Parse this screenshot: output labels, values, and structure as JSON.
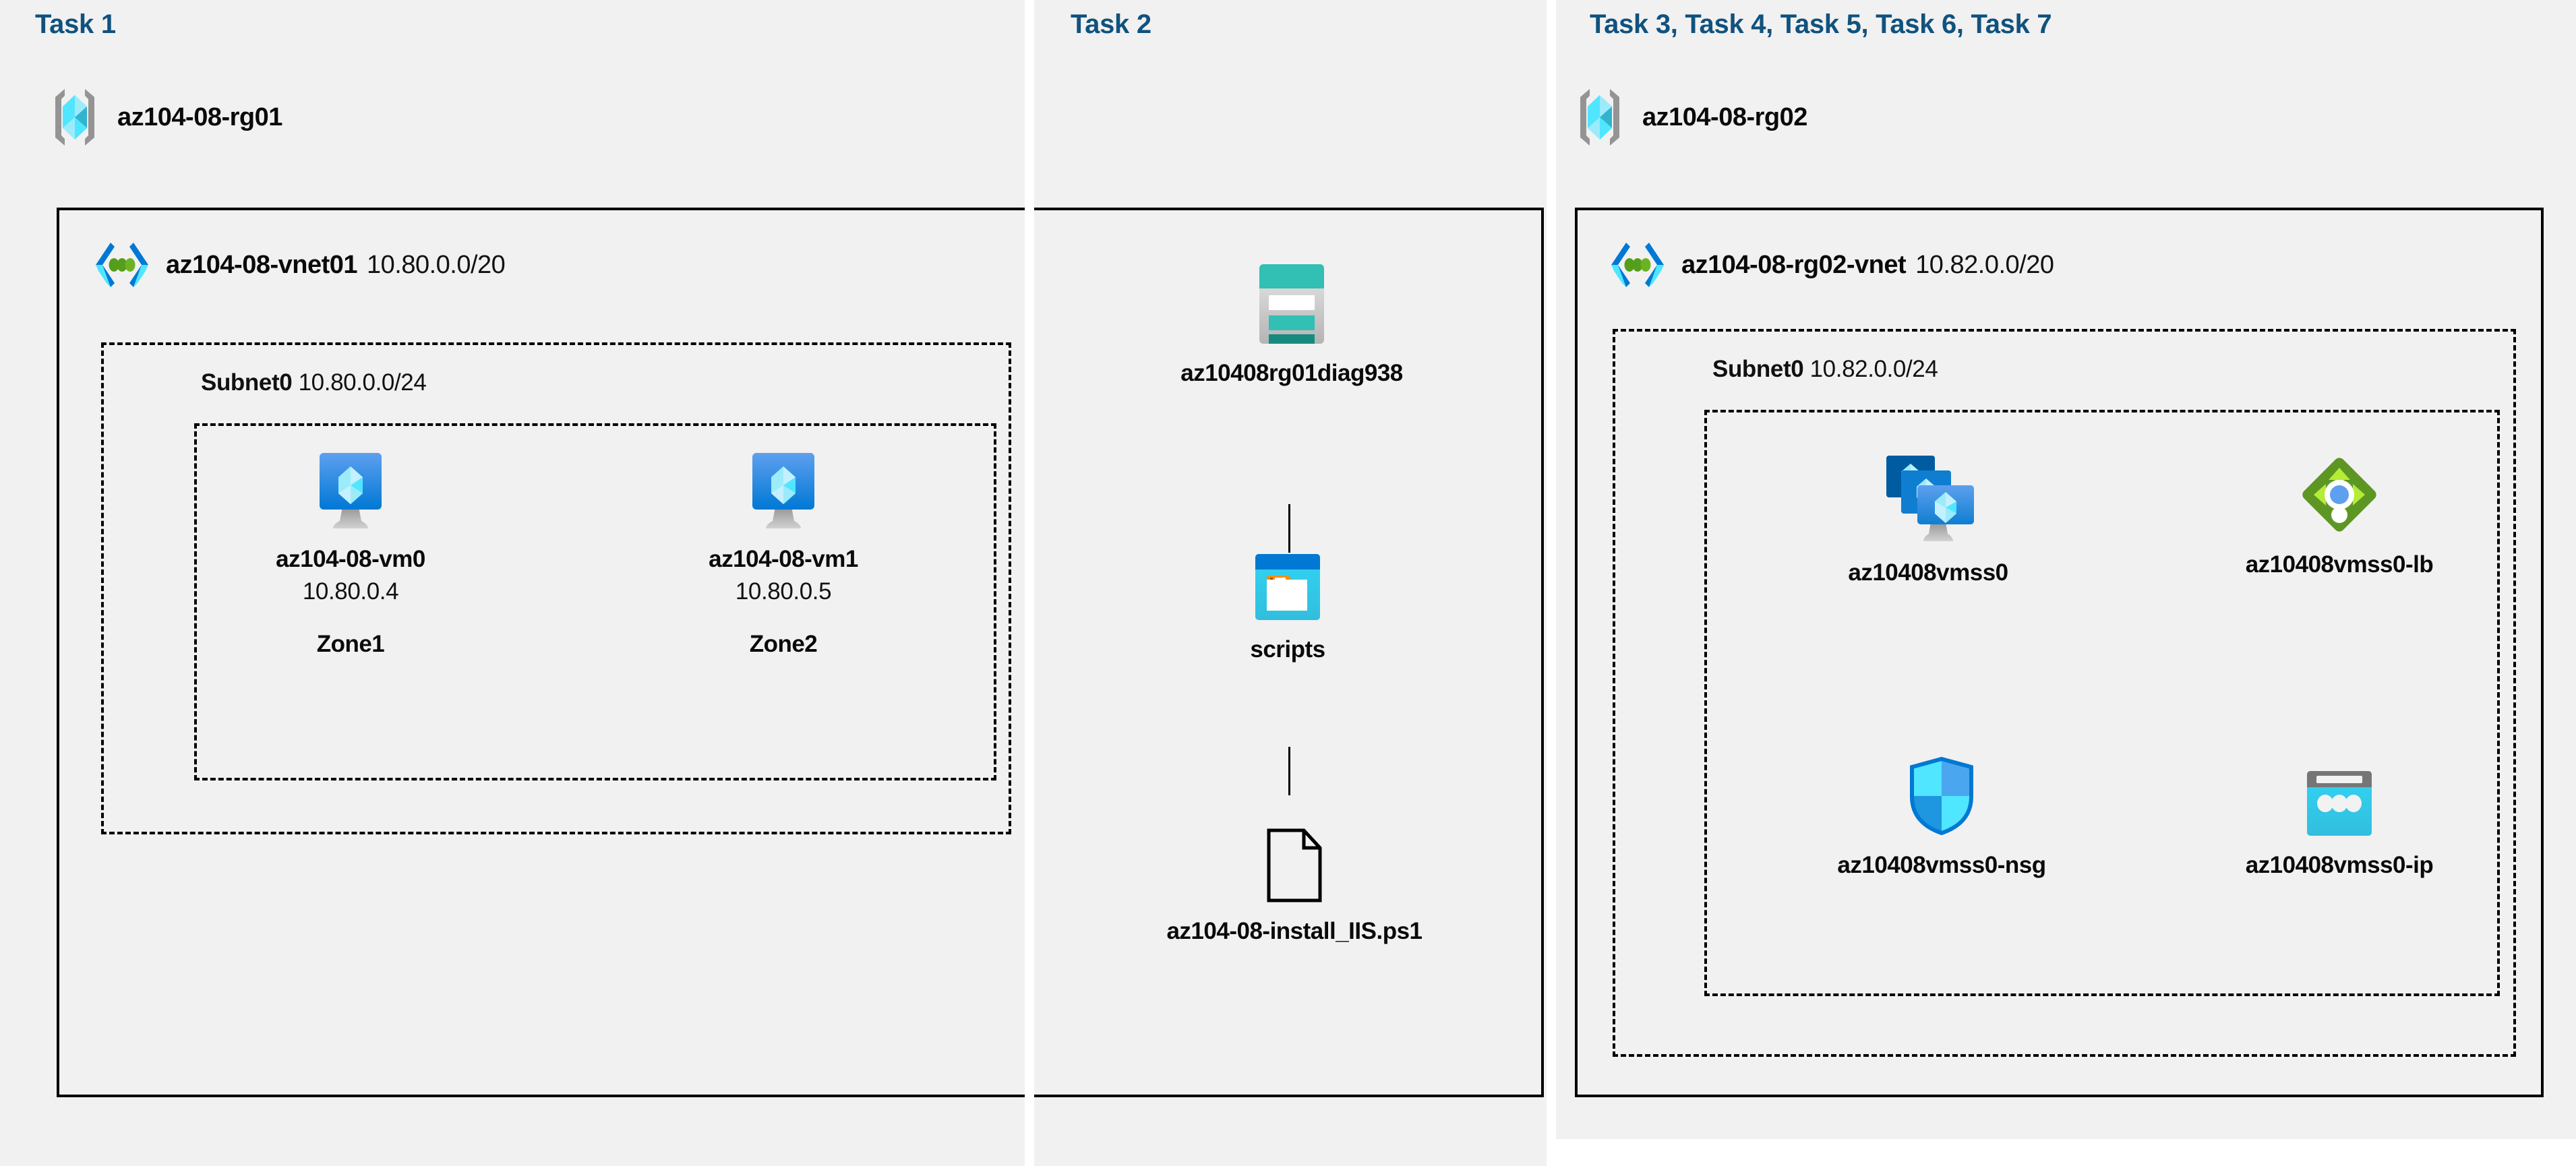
{
  "panels": [
    {
      "label": "Task 1"
    },
    {
      "label": "Task 2"
    },
    {
      "label": "Task 3, Task 4, Task 5, Task 6, Task 7"
    }
  ],
  "colors": {
    "task_label": "#10527e",
    "panel_bg": "#f1f1f1",
    "border": "#000000",
    "vm_blue": "#0078d4",
    "storage_teal": "#32bfb4",
    "container_blue": "#0078d4",
    "lb_green": "#5e9624",
    "nsg_blue": "#0078d4",
    "ip_cyan": "#32c8f0"
  },
  "task1": {
    "resource_group": {
      "name": "az104-08-rg01",
      "icon": "resource-group-icon"
    },
    "vnet": {
      "name": "az104-08-vnet01",
      "cidr": "10.80.0.0/20",
      "icon": "virtual-network-icon"
    },
    "subnet": {
      "name": "Subnet0",
      "cidr": "10.80.0.0/24"
    },
    "vms": [
      {
        "name": "az104-08-vm0",
        "ip": "10.80.0.4",
        "zone": "Zone1",
        "icon": "virtual-machine-icon"
      },
      {
        "name": "az104-08-vm1",
        "ip": "10.80.0.5",
        "zone": "Zone2",
        "icon": "virtual-machine-icon"
      }
    ]
  },
  "task2": {
    "storage_account": {
      "name": "az10408rg01diag938",
      "icon": "storage-account-icon"
    },
    "container": {
      "name": "scripts",
      "icon": "blob-container-icon"
    },
    "file": {
      "name": "az104-08-install_IIS.ps1",
      "icon": "file-icon"
    }
  },
  "task37": {
    "resource_group": {
      "name": "az104-08-rg02",
      "icon": "resource-group-icon"
    },
    "vnet": {
      "name": "az104-08-rg02-vnet",
      "cidr": "10.82.0.0/20",
      "icon": "virtual-network-icon"
    },
    "subnet": {
      "name": "Subnet0",
      "cidr": "10.82.0.0/24"
    },
    "resources": [
      {
        "name": "az10408vmss0",
        "icon": "vm-scale-set-icon"
      },
      {
        "name": "az10408vmss0-lb",
        "icon": "load-balancer-icon"
      },
      {
        "name": "az10408vmss0-nsg",
        "icon": "network-security-group-icon"
      },
      {
        "name": "az10408vmss0-ip",
        "icon": "public-ip-address-icon"
      }
    ]
  }
}
